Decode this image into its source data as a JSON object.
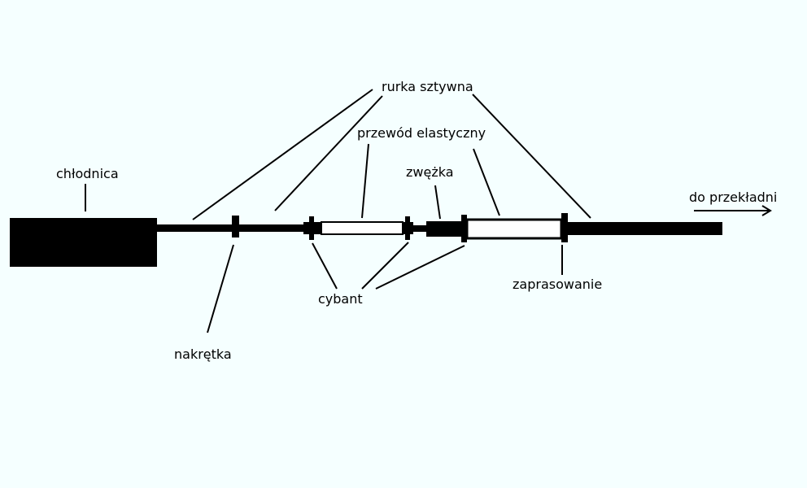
{
  "labels": {
    "chlodnica": "chłodnica",
    "rurka_sztywna": "rurka sztywna",
    "przewod_elastyczny": "przewód elastyczny",
    "zwezka": "zwężka",
    "do_przekladni": "do przekładni",
    "nakretka": "nakrętka",
    "cybant": "cybant",
    "zaprasowanie": "zaprasowanie"
  },
  "colors": {
    "background": "#f5ffff",
    "ink": "#000000",
    "hose_fill": "#ffffff"
  }
}
